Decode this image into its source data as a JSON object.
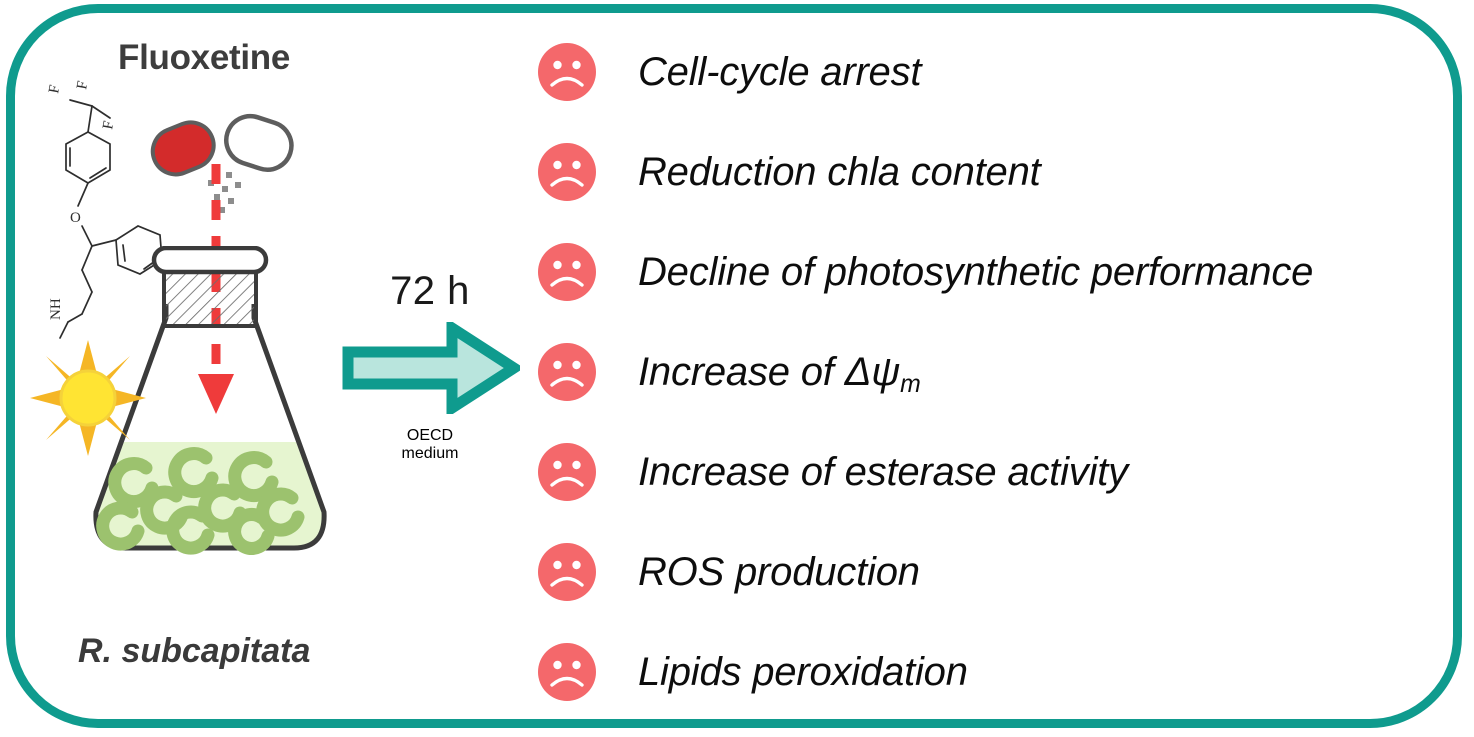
{
  "figure": {
    "type": "graphical-abstract",
    "background_color": "#ffffff",
    "frame_color": "#0f9b8e"
  },
  "left_panel": {
    "compound_title": "Fluoxetine",
    "species_label": "R. subcapitata",
    "icons": {
      "structure": "fluoxetine-chemical-structure-icon",
      "capsule": "open-capsule-icon",
      "flask": "erlenmeyer-flask-icon",
      "sun": "sun-icon",
      "dose_arrow": "red-dashed-dosing-arrow-icon"
    },
    "structure_atom_labels": [
      "F",
      "F",
      "F",
      "O",
      "N",
      "H"
    ],
    "colors": {
      "capsule_fill": "#d32b2b",
      "culture_medium": "#e5f5cf",
      "algae_cell": "#9cc26e",
      "sun_core": "#ffe433",
      "sun_rays": "#f5b625",
      "dose_arrow": "#ef3b3b"
    }
  },
  "conditions": {
    "duration": "72 h",
    "medium_line1": "OECD",
    "medium_line2": "medium",
    "arrow_icon": "right-arrow-icon",
    "arrow_outline_color": "#0f9b8e",
    "arrow_fill_color": "#b9e5dd"
  },
  "effects": {
    "marker_icon": "sad-face-icon",
    "marker_color": "#f4686b",
    "items": [
      {
        "label": "Cell-cycle arrest",
        "has_subscript": false
      },
      {
        "label": "Reduction chla content",
        "has_subscript": false
      },
      {
        "label": "Decline of photosynthetic performance",
        "has_subscript": false
      },
      {
        "label": "Increase of Δψ",
        "subscript": "m",
        "has_subscript": true
      },
      {
        "label": "Increase of esterase activity",
        "has_subscript": false
      },
      {
        "label": "ROS production",
        "has_subscript": false
      },
      {
        "label": "Lipids peroxidation",
        "has_subscript": false
      }
    ]
  }
}
